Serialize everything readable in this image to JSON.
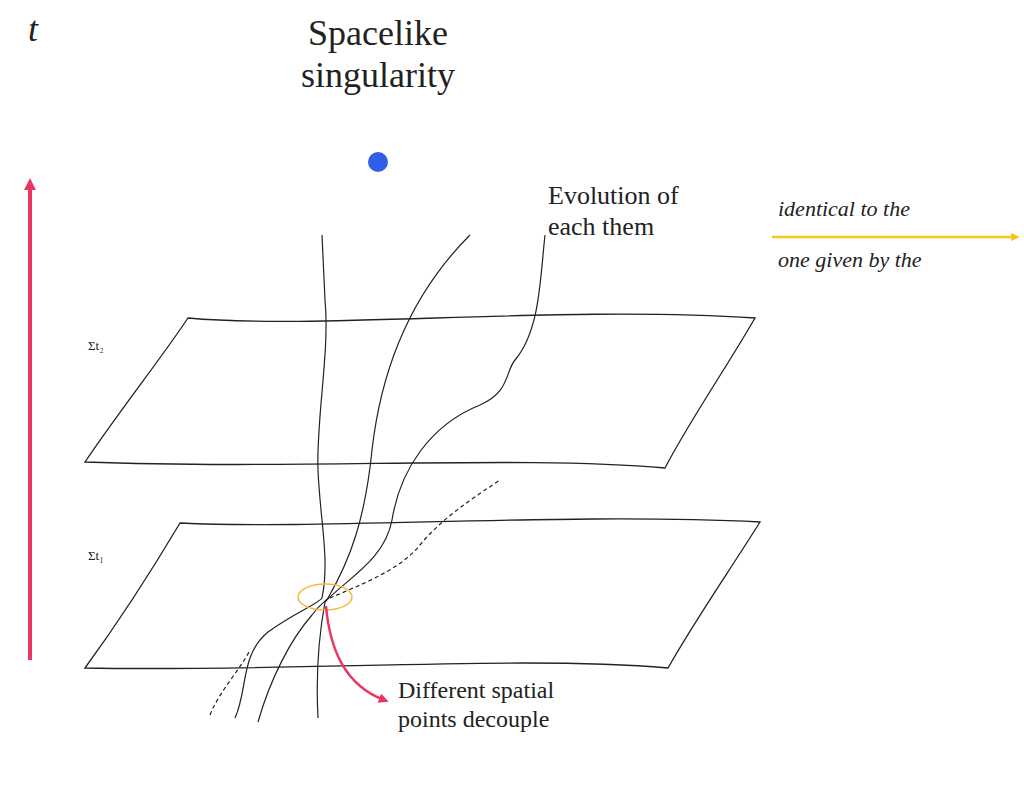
{
  "diagram": {
    "title": "Spacelike singularity",
    "labels": [
      "t",
      "Evolution of each them",
      "identical to the",
      "one given by the",
      "Σt₂",
      "Σt₁",
      "Different spatial points decouple"
    ]
  }
}
